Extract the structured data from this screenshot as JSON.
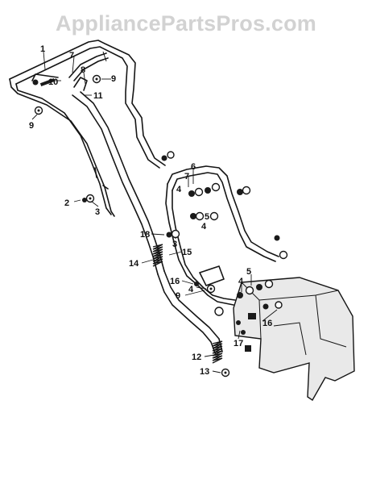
{
  "watermark": "AppliancePartsPros.com",
  "callouts": [
    {
      "id": "c1",
      "text": "1"
    },
    {
      "id": "c7a",
      "text": "7"
    },
    {
      "id": "c10",
      "text": "10"
    },
    {
      "id": "c8",
      "text": "8"
    },
    {
      "id": "c9a",
      "text": "9"
    },
    {
      "id": "c11",
      "text": "11"
    },
    {
      "id": "c9b",
      "text": "9"
    },
    {
      "id": "c6",
      "text": "6"
    },
    {
      "id": "c7b",
      "text": "7"
    },
    {
      "id": "c4a",
      "text": "4"
    },
    {
      "id": "c5a",
      "text": "5"
    },
    {
      "id": "c4b",
      "text": "4"
    },
    {
      "id": "c2",
      "text": "2"
    },
    {
      "id": "c3a",
      "text": "3"
    },
    {
      "id": "c18",
      "text": "18"
    },
    {
      "id": "c3b",
      "text": "3"
    },
    {
      "id": "c15",
      "text": "15"
    },
    {
      "id": "c14",
      "text": "14"
    },
    {
      "id": "c5b",
      "text": "5"
    },
    {
      "id": "c16a",
      "text": "16"
    },
    {
      "id": "c4c",
      "text": "4"
    },
    {
      "id": "c4d",
      "text": "4"
    },
    {
      "id": "c9c",
      "text": "9"
    },
    {
      "id": "c16b",
      "text": "16"
    },
    {
      "id": "c17",
      "text": "17"
    },
    {
      "id": "c12",
      "text": "12"
    },
    {
      "id": "c13",
      "text": "13"
    }
  ]
}
